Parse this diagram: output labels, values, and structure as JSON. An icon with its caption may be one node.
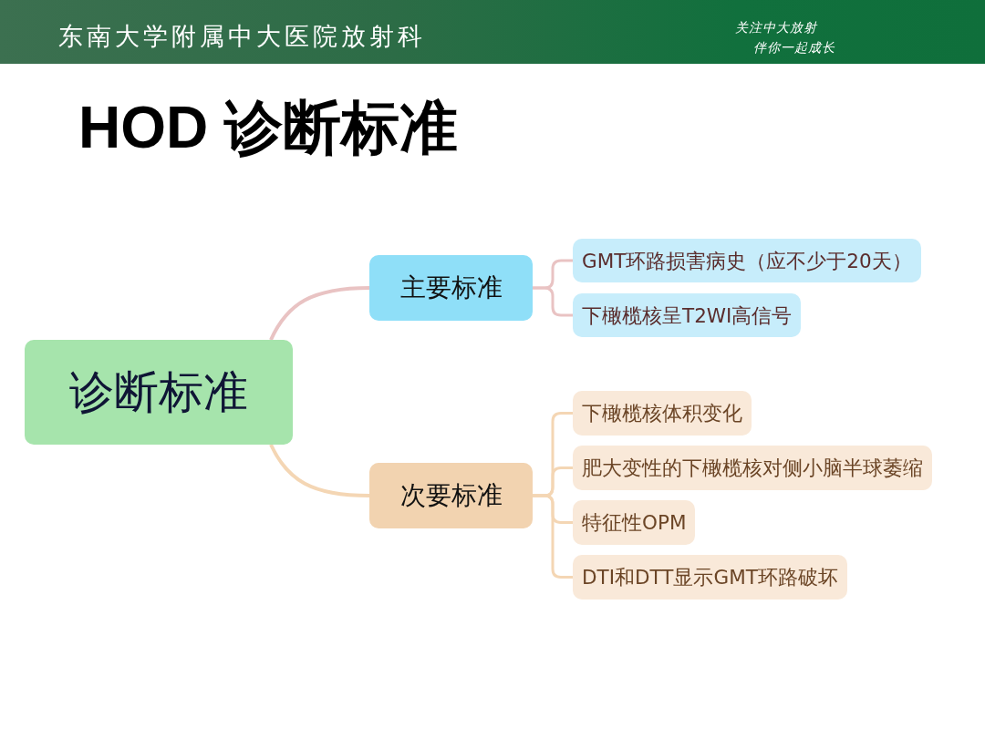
{
  "diagram": {
    "title": "HOD 诊断标准",
    "nodes": [
      {
        "text": [
          "诊断标准"
        ]
      },
      {
        "text": [
          "主要标准"
        ]
      },
      {
        "text": [
          "GMT环路损害病史（应不少于20天）"
        ]
      },
      {
        "text": [
          "下橄榄核呈T2WI高信号"
        ]
      },
      {
        "text": [
          "次要标准"
        ]
      },
      {
        "text": [
          "下橄榄核体积变化"
        ]
      },
      {
        "text": [
          "肥大变性的下橄榄核对侧小脑半球萎缩"
        ]
      },
      {
        "text": [
          "特征性OPM"
        ]
      },
      {
        "text": [
          "DTI和DTT显示GMT环路破坏"
        ]
      }
    ],
    "edges": [
      {
        "from": 0,
        "to": 1,
        "arrow": "none",
        "color": "#e9c3c3"
      },
      {
        "from": 1,
        "to": 2,
        "arrow": "none",
        "color": "#e9c3c3"
      },
      {
        "from": 1,
        "to": 3,
        "arrow": "none",
        "color": "#e9c3c3"
      },
      {
        "from": 0,
        "to": 4,
        "arrow": "none"
      },
      {
        "from": 4,
        "to": 5,
        "arrow": "none"
      },
      {
        "from": 4,
        "to": 6,
        "arrow": "none"
      },
      {
        "from": 4,
        "to": 7,
        "arrow": "none"
      },
      {
        "from": 4,
        "to": 8,
        "arrow": "none"
      }
    ],
    "labels": [
      "东南大学附属中大医院放射科",
      "关注中大放射",
      "伴你一起成长"
    ]
  }
}
